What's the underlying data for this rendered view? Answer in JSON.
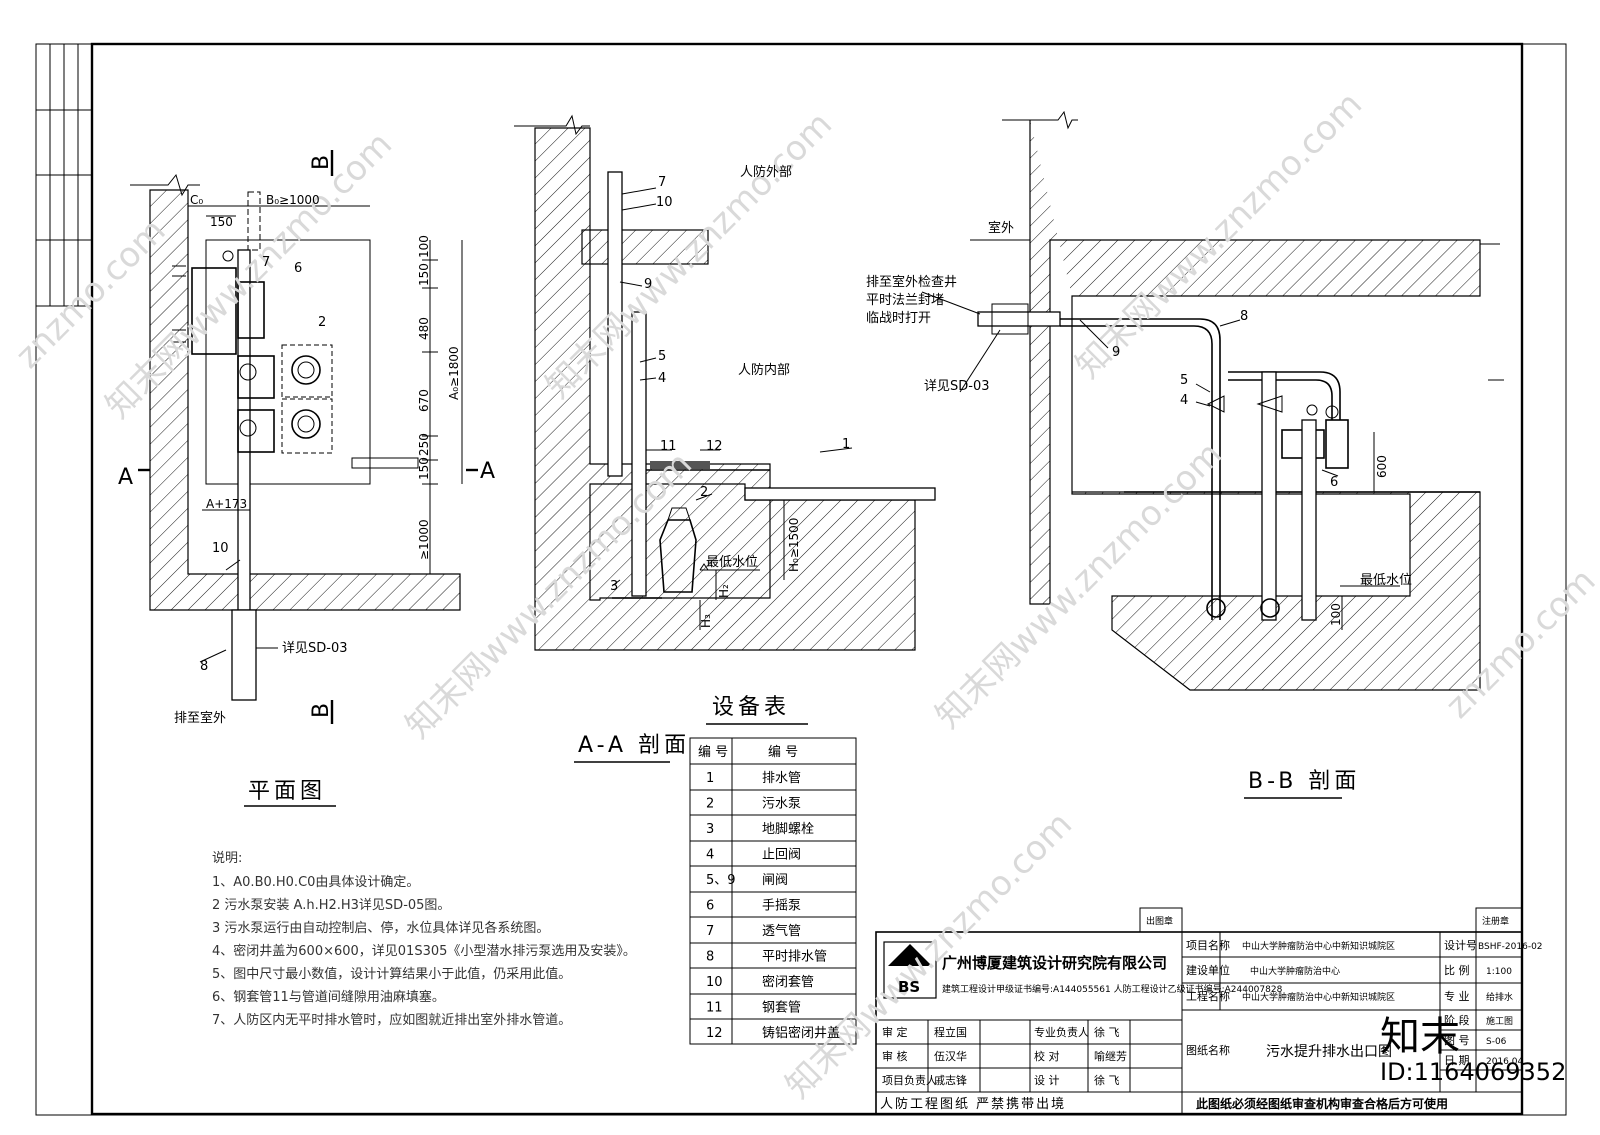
{
  "plan": {
    "title": "平面图",
    "section_mark_a": "A",
    "section_mark_b": "B",
    "dim_c0": "C₀",
    "dim_150_top": "150",
    "dim_b0": "B₀≥1000",
    "dim_right": [
      "100",
      "150",
      "480",
      "670",
      "250",
      "150"
    ],
    "dim_a0": "A₀≥1800",
    "dim_bottom": "≥1000",
    "dim_a173": "A+173",
    "callouts": [
      "7",
      "6",
      "2",
      "10",
      "8"
    ],
    "detail_ref": "详见SD-03",
    "discharge": "排至室外"
  },
  "section_aa": {
    "title": "A-A 剖面",
    "label_outside": "人防外部",
    "label_inside": "人防内部",
    "callouts": [
      "7",
      "10",
      "9",
      "5",
      "4",
      "11",
      "12",
      "1",
      "2",
      "3"
    ],
    "min_water": "最低水位",
    "dim_h0": "H₀≥1500",
    "dim_h2": "H₂",
    "dim_h3": "H₃"
  },
  "section_bb": {
    "title": "B-B 剖面",
    "label_outdoor": "室外",
    "note_lines": [
      "排至室外检查井",
      "平时法兰封堵",
      "临战时打开"
    ],
    "detail_ref": "详见SD-03",
    "callouts": [
      "8",
      "9",
      "5",
      "4",
      "6"
    ],
    "dim_600": "600",
    "dim_100": "100",
    "min_water": "最低水位"
  },
  "equipment_table": {
    "title": "设备表",
    "headers": [
      "编 号",
      "编 号"
    ],
    "rows": [
      [
        "1",
        "排水管"
      ],
      [
        "2",
        "污水泵"
      ],
      [
        "3",
        "地脚螺栓"
      ],
      [
        "4",
        "止回阀"
      ],
      [
        "5、9",
        "闸阀"
      ],
      [
        "6",
        "手摇泵"
      ],
      [
        "7",
        "透气管"
      ],
      [
        "8",
        "平时排水管"
      ],
      [
        "10",
        "密闭套管"
      ],
      [
        "11",
        "钢套管"
      ],
      [
        "12",
        "铸铝密闭井盖"
      ]
    ]
  },
  "notes": {
    "heading": "说明:",
    "items": [
      "1、A0.B0.H0.C0由具体设计确定。",
      "2 污水泵安装 A.h.H2.H3详见SD-05图。",
      "3 污水泵运行由自动控制启、停，水位具体详见各系统图。",
      "4、密闭井盖为600×600，详见01S305《小型潜水排污泵选用及安装》。",
      "5、图中尺寸最小数值，设计计算结果小于此值，仍采用此值。",
      "6、钢套管11与管道间缝隙用油麻填塞。",
      "7、人防区内无平时排水管时，应如图就近排出室外排水管道。"
    ]
  },
  "title_block": {
    "stamp_out": "出图章",
    "stamp_reg": "注册章",
    "company": "广州博厦建筑设计研究院有限公司",
    "logo": "BS",
    "cert_line": "建筑工程设计甲级证书编号:A144055561  人防工程设计乙级证书编号:A244007828",
    "project_label": "项目名称",
    "project_value": "中山大学肿瘤防治中心中新知识城院区",
    "client_label": "建设单位",
    "client_value": "中山大学肿瘤防治中心",
    "work_label": "工程名称",
    "work_value": "中山大学肿瘤防治中心中新知识城院区",
    "drawing_label": "图纸名称",
    "drawing_value": "污水提升排水出口图",
    "design_no_label": "设计号",
    "design_no_value": "BSHF-2016-02",
    "scale_label": "比 例",
    "scale_value": "1:100",
    "spec_label": "专 业",
    "spec_value": "给排水",
    "stage_label": "阶 段",
    "stage_value": "施工图",
    "sheet_label": "图 号",
    "sheet_value": "S-06",
    "date_label": "日 期",
    "date_value": "2016.04",
    "sign_rows": [
      [
        "审 定",
        "程立国",
        "专业负责人",
        "徐 飞"
      ],
      [
        "审 核",
        "伍汉华",
        "校 对",
        "喻继芳"
      ],
      [
        "项目负责人",
        "戚志锋",
        "设 计",
        "徐 飞"
      ]
    ],
    "footer_left": "人防工程图纸  严禁携带出境",
    "footer_right": "此图纸必须经图纸审查机构审查合格后方可使用"
  },
  "watermark": "znzmo.com",
  "watermark_cn": "知末网www.znzmo.com",
  "brand": "知末",
  "id_text": "ID:1164069352"
}
